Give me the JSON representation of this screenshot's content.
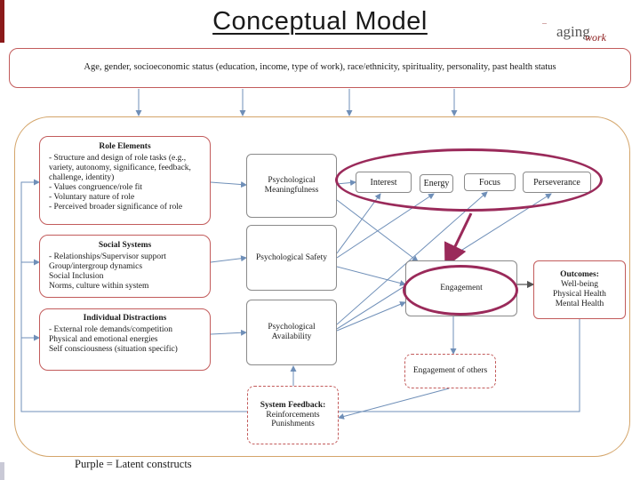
{
  "title": "Conceptual Model",
  "logo": {
    "small_text": "—",
    "main_text": "aging",
    "sub_text": "work"
  },
  "top_factors": "Age, gender, socioeconomic status (education, income, type of work), race/ethnicity, spirituality, personality, past health status",
  "role_elements": {
    "heading": "Role Elements",
    "lines": [
      "- Structure and design of role tasks (e.g.,",
      "variety, autonomy, significance, feedback,",
      "challenge, identity)",
      "- Values congruence/role fit",
      "- Voluntary nature of role",
      "- Perceived broader significance of role"
    ]
  },
  "social_systems": {
    "heading": "Social Systems",
    "lines": [
      "- Relationships/Supervisor support",
      "Group/intergroup dynamics",
      "Social Inclusion",
      "Norms, culture within system"
    ]
  },
  "individual_distractions": {
    "heading": "Individual Distractions",
    "lines": [
      "- External role demands/competition",
      "Physical and emotional energies",
      "Self consciousness (situation specific)"
    ]
  },
  "psych_meaningfulness": "Psychological Meaningfulness",
  "psych_safety": "Psychological Safety",
  "psych_availability": "Psychological Availability",
  "latent": {
    "interest": "Interest",
    "energy": "Energy",
    "focus": "Focus",
    "perseverance": "Perseverance"
  },
  "engagement": "Engagement",
  "outcomes": {
    "heading": "Outcomes:",
    "lines": [
      "Well-being",
      "Physical Health",
      "Mental Health"
    ]
  },
  "engagement_of_others": "Engagement of others",
  "system_feedback": {
    "heading": "System Feedback:",
    "lines": [
      "Reinforcements",
      "Punishments"
    ]
  },
  "footer_note": "Purple = Latent constructs",
  "colors": {
    "accent_red": "#8b1a1a",
    "box_border": "#c25b5b",
    "outer_border": "#d4a56a",
    "latent_purple": "#9a2a5a",
    "arrow_blue": "#6f8fb8"
  }
}
